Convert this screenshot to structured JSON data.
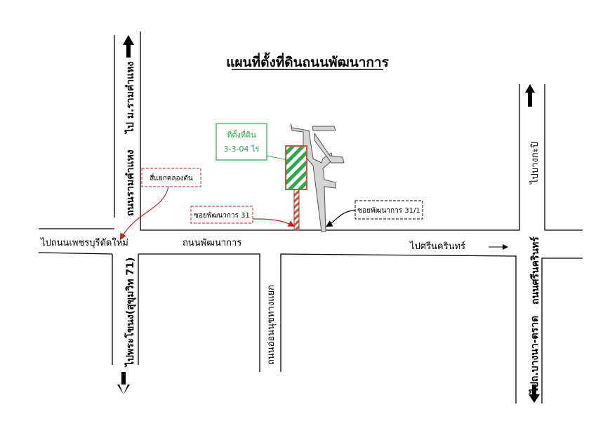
{
  "title": "แผนที่ตั้งที่ดินถนนพัฒนาการ",
  "plot": {
    "label_line1": "ที่ตั้งที่ดิน",
    "label_line2": "3-3-04 ไร่",
    "color": "#2aa84a"
  },
  "callouts": {
    "intersection": "สี่แยกคลองตัน",
    "soi_31": "ซอยพัฒนาการ 31",
    "soi_31_1": "ซอยพัฒนาการ 31/1",
    "callout_color": "#cc2222"
  },
  "roads": {
    "main_horizontal": "ถนนพัฒนาการ",
    "left_vertical_main": "ถนนรามคำแหง",
    "left_vertical_dir": "ไป ม.รามคำแหง",
    "to_phetchaburi": "ไปถนนเพชรบุรีตัดใหม่",
    "to_phra_khanong": "ไปพระโขนง(สุขุมวิท 71)",
    "middle_vertical": "ถนนอ่อนนุชทางแยก",
    "to_srinakarin": "ไปศรีนครินทร์",
    "right_vertical_main": "ถนนศรีนครินทร์",
    "to_bangkapi": "ไปบางกะปิ",
    "to_bangna": "ไปถ.บางนา-ตราด"
  },
  "icons": [
    "arrow-up-icon",
    "arrow-down-icon",
    "arrow-right-icon",
    "hatched-plot-icon"
  ]
}
